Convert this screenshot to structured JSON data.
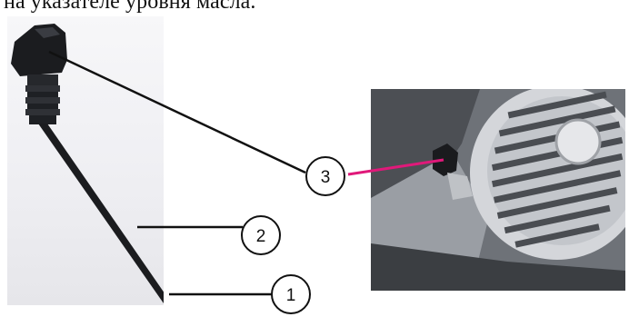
{
  "header": {
    "text": "на указателе уровня масла."
  },
  "callouts": [
    {
      "label": "1",
      "target": "dipstick-tip"
    },
    {
      "label": "2",
      "target": "dipstick-rod-level-mark"
    },
    {
      "label": "3",
      "target": "oil-filler-cap"
    }
  ],
  "images": {
    "left": "oil-dipstick-photo",
    "right": "engine-oil-filler-location-photo"
  },
  "colors": {
    "leader_line": "#111111",
    "highlight_line": "#e0197a",
    "dipstick": "#1b1c1f"
  }
}
